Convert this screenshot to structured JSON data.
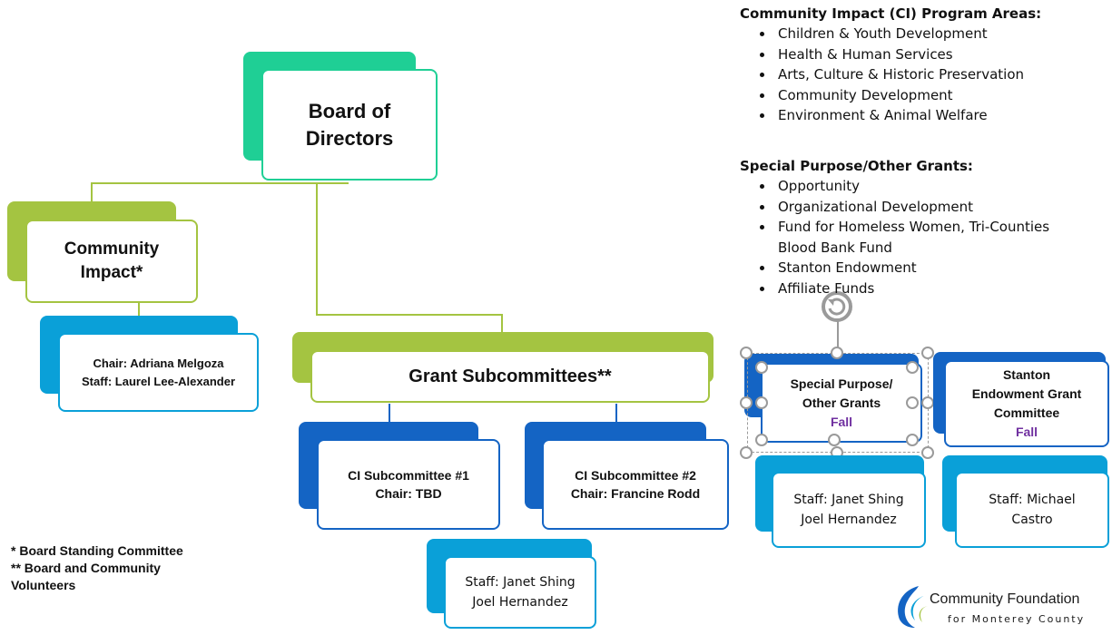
{
  "board": {
    "line1": "Board of",
    "line2": "Directors"
  },
  "community_impact": {
    "line1": "Community",
    "line2": "Impact*"
  },
  "ci_leaders": {
    "chair": "Chair: Adriana Melgoza",
    "staff": "Staff: Laurel Lee-Alexander"
  },
  "grant_subcommittees": {
    "label": "Grant Subcommittees**"
  },
  "ci_sub1": {
    "line1": "CI Subcommittee #1",
    "line2": "Chair: TBD"
  },
  "ci_sub2": {
    "line1": "CI Subcommittee #2",
    "line2": "Chair: Francine Rodd"
  },
  "grant_staff": {
    "line1": "Staff: Janet Shing",
    "line2": "Joel Hernandez"
  },
  "special_purpose": {
    "line1": "Special Purpose/",
    "line2": "Other Grants",
    "season": "Fall"
  },
  "special_staff": {
    "line1": "Staff: Janet Shing",
    "line2": "Joel Hernandez"
  },
  "stanton": {
    "line1": "Stanton",
    "line2": "Endowment Grant",
    "line3": "Committee",
    "season": "Fall"
  },
  "stanton_staff": {
    "line1": "Staff: Michael",
    "line2": "Castro"
  },
  "ci_program_areas": {
    "heading": "Community Impact (CI) Program Areas:",
    "items": [
      "Children & Youth Development",
      "Health & Human Services",
      "Arts, Culture & Historic Preservation",
      "Community Development",
      "Environment & Animal Welfare"
    ]
  },
  "special_grants": {
    "heading": "Special Purpose/Other Grants:",
    "items": [
      "Opportunity",
      "Organizational Development",
      "Fund for Homeless Women, Tri-Counties Blood Bank Fund",
      "Stanton Endowment",
      "Affiliate Funds"
    ]
  },
  "footnotes": {
    "note1": "* Board Standing Committee",
    "note2": "** Board and Community",
    "note3": "Volunteers"
  },
  "logo": {
    "name": "Community Foundation",
    "tagline": "for Monterey County"
  },
  "colors": {
    "teal": "#1fcf95",
    "green": "#a4c441",
    "light_blue": "#0aa0d8",
    "dark_blue": "#1464c4",
    "fall": "#7030a0"
  }
}
